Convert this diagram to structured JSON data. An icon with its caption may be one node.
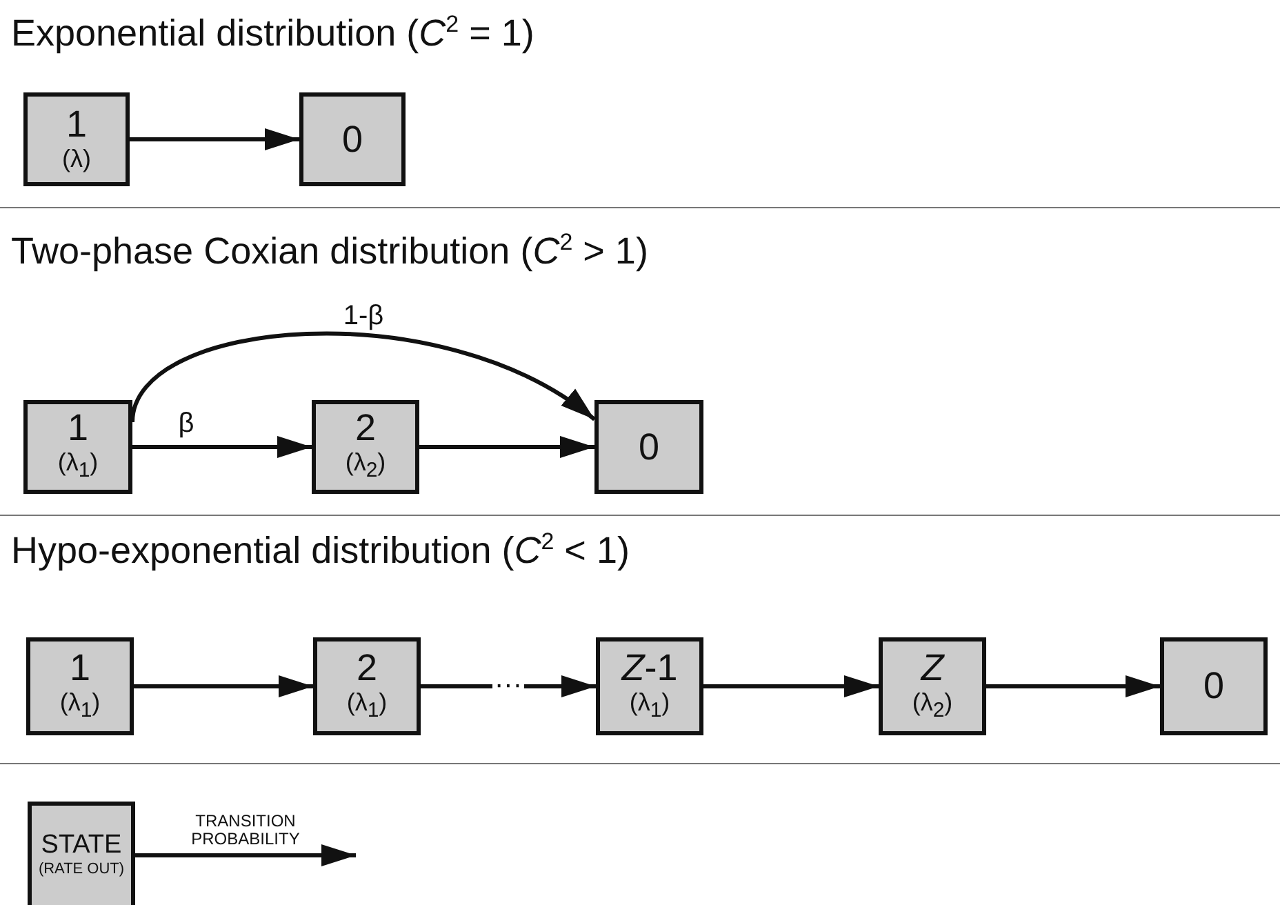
{
  "diagram": {
    "nodes": [
      {
        "text": [
          "1",
          "(λ)"
        ]
      },
      {
        "text": [
          "0"
        ]
      },
      {
        "text": [
          "1",
          "(λ$_{1}$)"
        ]
      },
      {
        "text": [
          "2",
          "(λ$_{2}$)"
        ]
      },
      {
        "text": [
          "0"
        ]
      },
      {
        "text": [
          "1",
          "(λ$_{1}$)"
        ]
      },
      {
        "text": [
          "2",
          "(λ$_{1}$)"
        ]
      },
      {
        "text": [
          "*Z*-1",
          "(λ$_{1}$)"
        ]
      },
      {
        "text": [
          "*Z*",
          "(λ$_{2}$)"
        ]
      },
      {
        "text": [
          "0"
        ]
      },
      {
        "text": [
          "STATE",
          "(RATE OUT)"
        ]
      }
    ],
    "edges": [
      {
        "from": 0,
        "to": 1,
        "arrow": "to"
      },
      {
        "from": 2,
        "to": 3,
        "arrow": "to",
        "label": "β"
      },
      {
        "from": 2,
        "to": 4,
        "arrow": "to",
        "label": "1-β"
      },
      {
        "from": 3,
        "to": 4,
        "arrow": "to"
      },
      {
        "from": 5,
        "to": 6,
        "arrow": "to"
      },
      {
        "from": 6,
        "to": 7,
        "arrow": "to",
        "label": "···"
      },
      {
        "from": 7,
        "to": 8,
        "arrow": "to"
      },
      {
        "from": 8,
        "to": 9,
        "arrow": "to"
      },
      {
        "from": 10,
        "to": null,
        "arrow": "to",
        "label": "TRANSITION PROBABILITY"
      }
    ],
    "labels": [
      "Exponential distribution (*C*$^{2}$ = 1)",
      "Two-phase Coxian distribution (*C*$^{2}$ > 1)",
      "Hypo-exponential distribution (*C*$^{2}$ < 1)"
    ]
  }
}
